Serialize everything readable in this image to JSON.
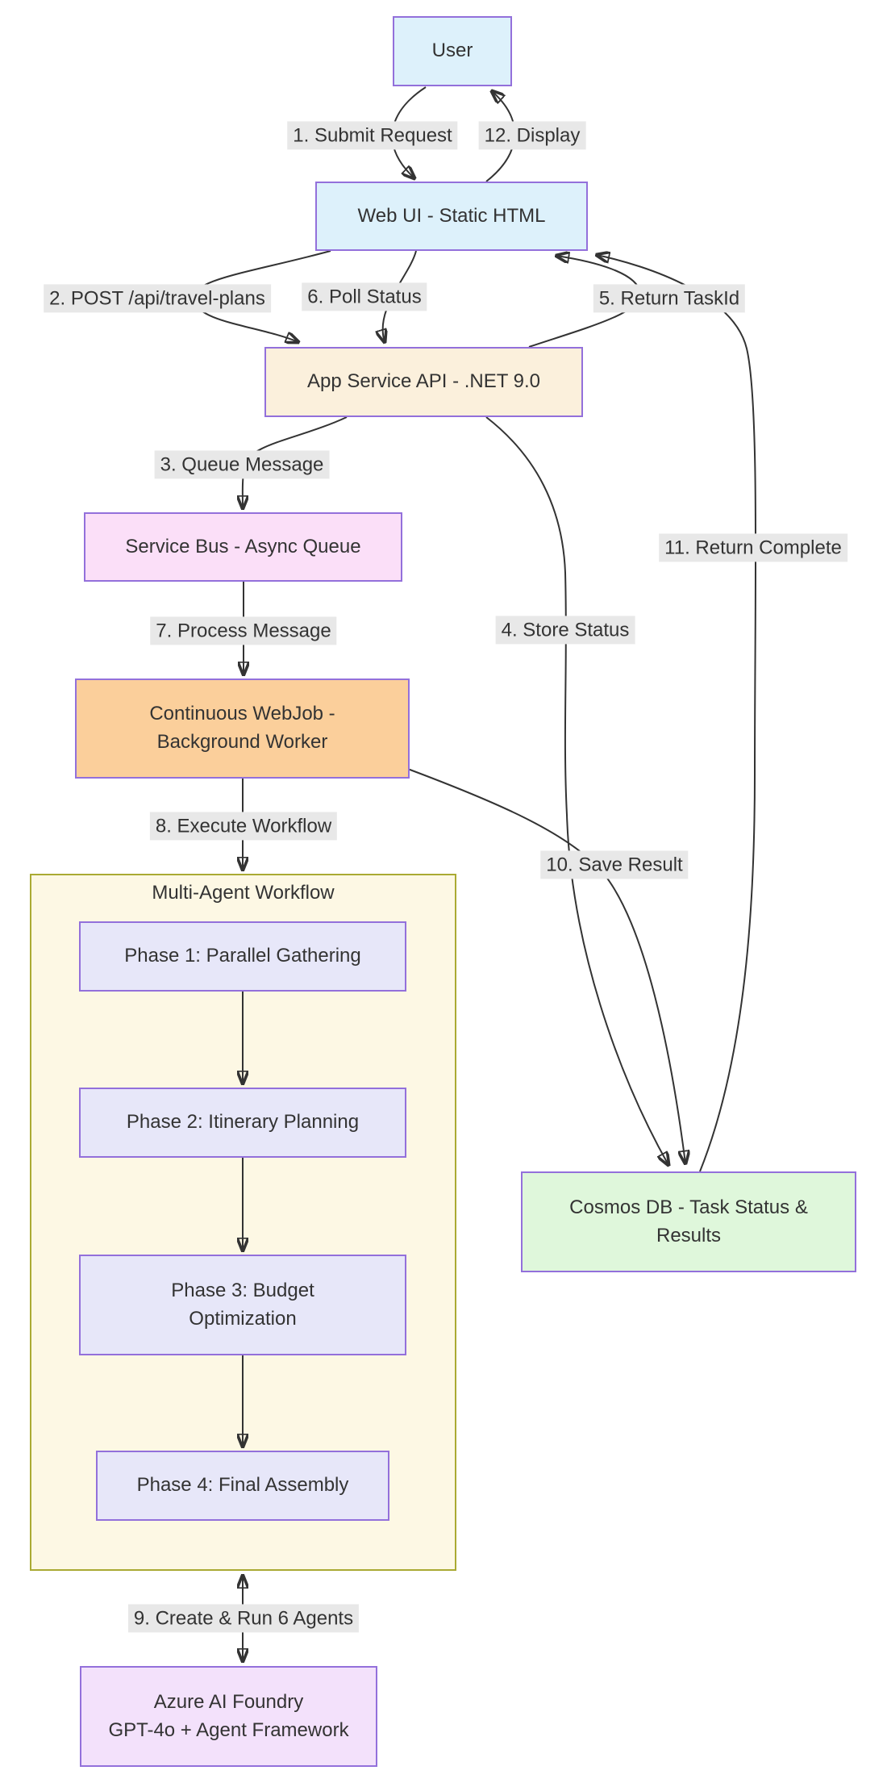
{
  "diagram_type": "flowchart",
  "nodes": {
    "user": {
      "label": "User"
    },
    "web_ui": {
      "label": "Web UI - Static HTML"
    },
    "api": {
      "label": "App Service API - .NET 9.0"
    },
    "service_bus": {
      "label": "Service Bus - Async Queue"
    },
    "webjob": {
      "lines": [
        "Continuous WebJob -",
        "Background Worker"
      ]
    },
    "workflow": {
      "label": "Multi-Agent Workflow"
    },
    "phase1": {
      "label": "Phase 1: Parallel Gathering"
    },
    "phase2": {
      "label": "Phase 2: Itinerary Planning"
    },
    "phase3": {
      "lines": [
        "Phase 3: Budget",
        "Optimization"
      ]
    },
    "phase4": {
      "label": "Phase 4: Final Assembly"
    },
    "cosmos": {
      "lines": [
        "Cosmos DB - Task Status &",
        "Results"
      ]
    },
    "azure": {
      "lines": [
        "Azure AI Foundry",
        "GPT-4o + Agent Framework"
      ]
    }
  },
  "edge_labels": {
    "submit_request": "1. Submit Request",
    "display": "12. Display",
    "post_travel_plans": "2. POST /api/travel-plans",
    "poll_status": "6. Poll Status",
    "return_taskid": "5. Return TaskId",
    "queue_message": "3. Queue Message",
    "store_status": "4. Store Status",
    "process_message": "7. Process Message",
    "execute_workflow": "8. Execute Workflow",
    "save_result": "10. Save Result",
    "return_complete": "11. Return Complete",
    "create_run_agents": "9. Create & Run 6 Agents"
  },
  "edges": [
    {
      "from": "user",
      "to": "web_ui",
      "label": "1. Submit Request"
    },
    {
      "from": "web_ui",
      "to": "user",
      "label": "12. Display"
    },
    {
      "from": "web_ui",
      "to": "api",
      "label": "2. POST /api/travel-plans"
    },
    {
      "from": "web_ui",
      "to": "api",
      "label": "6. Poll Status"
    },
    {
      "from": "api",
      "to": "web_ui",
      "label": "5. Return TaskId"
    },
    {
      "from": "api",
      "to": "service_bus",
      "label": "3. Queue Message"
    },
    {
      "from": "api",
      "to": "cosmos",
      "label": "4. Store Status"
    },
    {
      "from": "service_bus",
      "to": "webjob",
      "label": "7. Process Message"
    },
    {
      "from": "webjob",
      "to": "workflow",
      "label": "8. Execute Workflow"
    },
    {
      "from": "webjob",
      "to": "cosmos",
      "label": "10. Save Result"
    },
    {
      "from": "cosmos",
      "to": "web_ui",
      "label": "11. Return Complete"
    },
    {
      "from": "workflow",
      "to": "azure",
      "label": "9. Create & Run 6 Agents",
      "bidirectional": true
    },
    {
      "from": "phase1",
      "to": "phase2",
      "label": ""
    },
    {
      "from": "phase2",
      "to": "phase3",
      "label": ""
    },
    {
      "from": "phase3",
      "to": "phase4",
      "label": ""
    }
  ],
  "colors": {
    "node_border": "#9370DB",
    "user_fill": "#ddf1fb",
    "web_ui_fill": "#ddf1fb",
    "api_fill": "#fbf0dc",
    "service_bus_fill": "#fbdff8",
    "webjob_fill": "#fbcf9b",
    "workflow_fill": "#fdf8e4",
    "workflow_border": "#aaaa33",
    "phase_fill": "#e7e7f9",
    "cosmos_fill": "#dff7db",
    "azure_fill": "#f3e1fb",
    "edge_stroke": "#333333",
    "edge_label_bg": "#e8e8e8",
    "text": "#333333",
    "background": "#ffffff"
  }
}
